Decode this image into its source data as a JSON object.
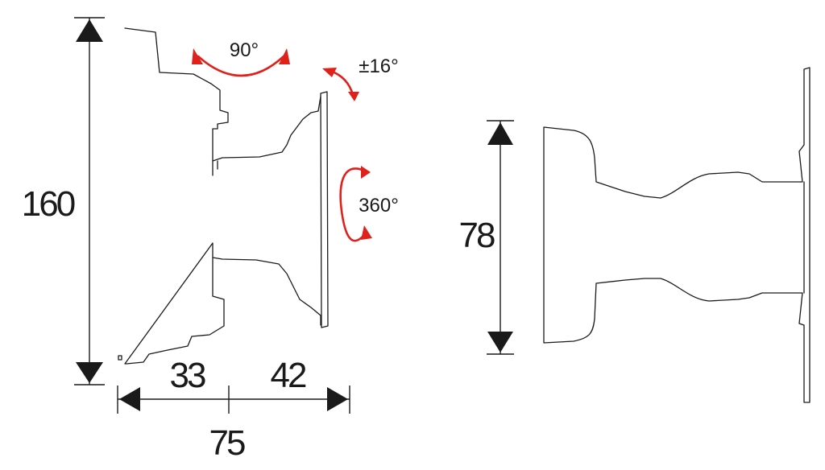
{
  "colors": {
    "outline": "#1a1a1a",
    "dimension": "#1a1a1a",
    "rotation_arrow": "#e0201b"
  },
  "dimensions": {
    "height_total": "160",
    "depth_wall": "33",
    "depth_arm": "42",
    "depth_total": "75",
    "height_plate": "78"
  },
  "rotations": {
    "swivel": "90°",
    "tilt": "±16°",
    "rotate": "360°"
  }
}
